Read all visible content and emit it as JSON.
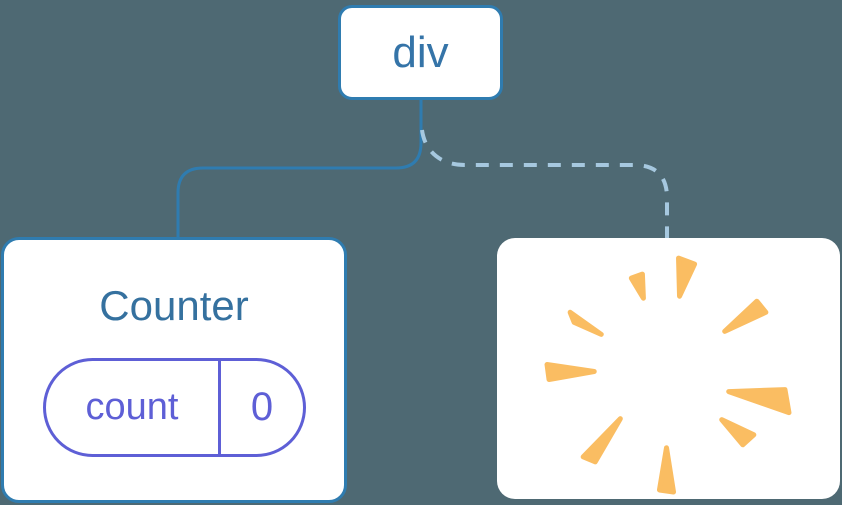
{
  "tree": {
    "root_label": "div"
  },
  "counter_card": {
    "title": "Counter",
    "state_key": "count",
    "state_value": "0"
  },
  "removed_card": {
    "icon": "poof-starburst-icon"
  },
  "colors": {
    "background": "#4E6973",
    "card_background": "#FFFFFF",
    "node_border": "#2F7CB0",
    "node_text": "#3574A8",
    "title_text": "#35719F",
    "solid_edge": "#2F7CB0",
    "dashed_edge": "#A6C8DF",
    "pill_accent": "#5E5FD6",
    "poof_orange": "#FABD62"
  }
}
